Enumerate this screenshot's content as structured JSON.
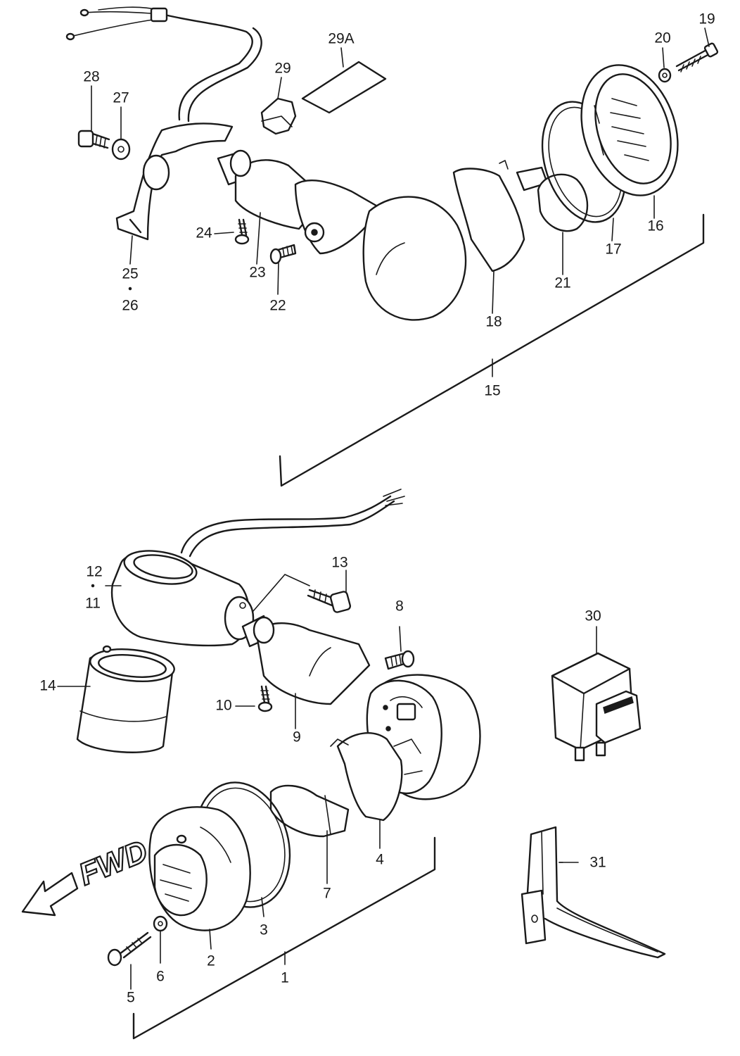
{
  "diagram": {
    "direction_text": "FWD",
    "callouts": {
      "c1": "1",
      "c2": "2",
      "c3": "3",
      "c4": "4",
      "c5": "5",
      "c6": "6",
      "c7": "7",
      "c8": "8",
      "c9": "9",
      "c10": "10",
      "c11": "11",
      "c12": "12",
      "c13": "13",
      "c14": "14",
      "c15": "15",
      "c16": "16",
      "c17": "17",
      "c18": "18",
      "c19": "19",
      "c20": "20",
      "c21": "21",
      "c22": "22",
      "c23": "23",
      "c24": "24",
      "c25": "25",
      "c26": "26",
      "c27": "27",
      "c28": "28",
      "c29": "29",
      "c29a": "29A",
      "c30": "30",
      "c31": "31"
    }
  }
}
